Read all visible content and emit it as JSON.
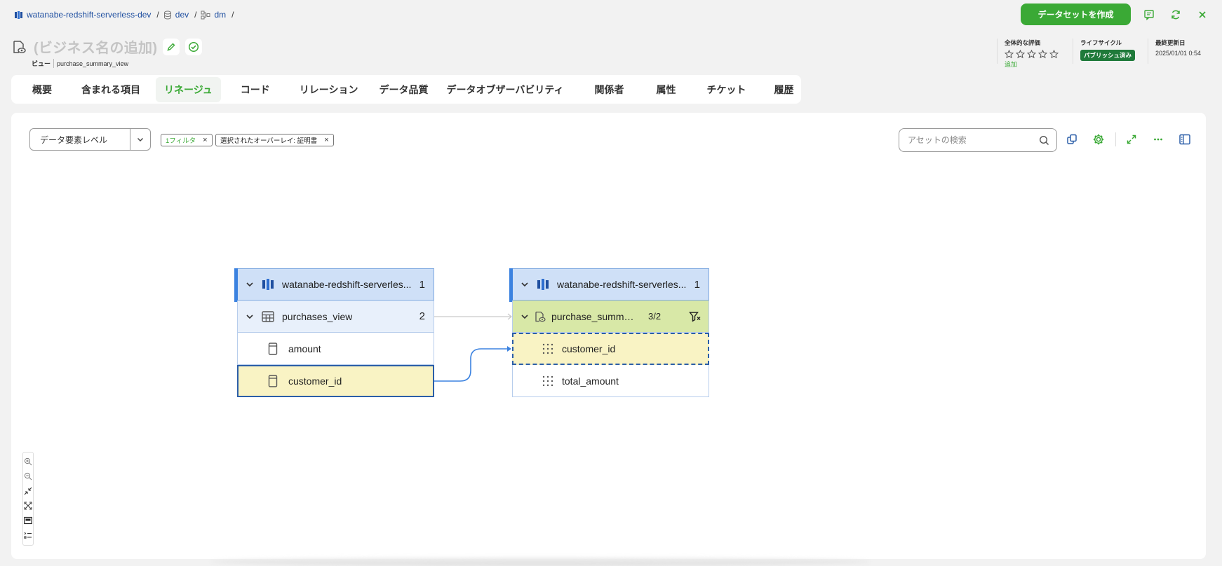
{
  "breadcrumb": {
    "items": [
      {
        "label": "watanabe-redshift-serverless-dev",
        "icon": "redshift-icon"
      },
      {
        "label": "dev",
        "icon": "database-icon"
      },
      {
        "label": "dm",
        "icon": "schema-icon"
      }
    ],
    "separator": "/"
  },
  "header": {
    "create_dataset_label": "データセットを作成",
    "title": "(ビジネス名の追加)",
    "kind": "ビュー",
    "technical_name": "purchase_summary_view"
  },
  "meta": {
    "rating_label": "全体的な評価",
    "rating_stars": 0,
    "rating_add": "追加",
    "lifecycle_label": "ライフサイクル",
    "lifecycle_value": "パブリッシュ済み",
    "updated_label": "最終更新日",
    "updated_value": "2025/01/01 0:54"
  },
  "tabs": [
    {
      "label": "概要"
    },
    {
      "label": "含まれる項目"
    },
    {
      "label": "リネージュ",
      "active": true
    },
    {
      "label": "コード"
    },
    {
      "label": "リレーション"
    },
    {
      "label": "データ品質"
    },
    {
      "label": "データオブザーバビリティ"
    },
    {
      "label": "関係者"
    },
    {
      "label": "属性"
    },
    {
      "label": "チケット"
    },
    {
      "label": "履歴"
    }
  ],
  "toolbar": {
    "level_select": "データ要素レベル",
    "filter_chip": "1フィルタ",
    "overlay_chip": "選択されたオーバーレイ: 証明書",
    "search_placeholder": "アセットの検索"
  },
  "lineage": {
    "source": {
      "db": "watanabe-redshift-serverles...",
      "db_count": "1",
      "table": "purchases_view",
      "table_count": "2",
      "columns": [
        "amount",
        "customer_id"
      ]
    },
    "target": {
      "db": "watanabe-redshift-serverles...",
      "db_count": "1",
      "view": "purchase_summar...",
      "view_count": "3/2",
      "columns": [
        "customer_id",
        "total_amount"
      ]
    }
  },
  "colors": {
    "brand_green": "#3aa935",
    "lineage_blue": "#2b5ea8",
    "selected_yellow": "#f9f3c4",
    "view_green": "#d8e8a7"
  }
}
